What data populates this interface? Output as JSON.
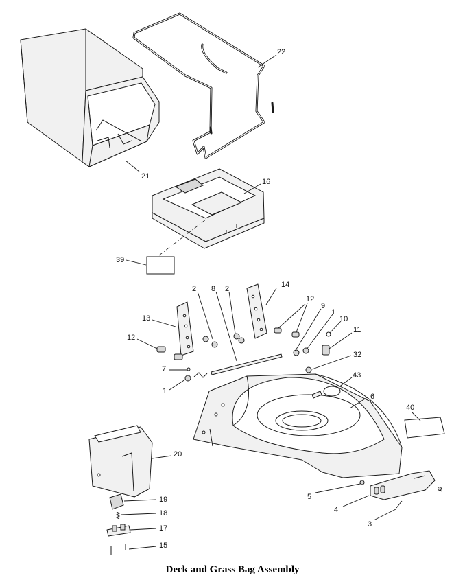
{
  "caption": "Deck and Grass Bag Assembly",
  "callouts": {
    "grass_bag": "21",
    "bag_frame": "22",
    "rear_door": "16",
    "label_39": "39",
    "spacer_left": "2",
    "axle_rod": "8",
    "spacer_right": "2",
    "bracket_right": "14",
    "bracket_left": "13",
    "bolt_right": "12",
    "nut_right_9": "9",
    "nut_right_1": "1",
    "oring_10": "10",
    "fitting_11": "11",
    "bolt_left": "12",
    "washer_32": "32",
    "spring_7": "7",
    "nut_left_1": "1",
    "plug_43": "43",
    "deck_6": "6",
    "label_40": "40",
    "chute_20": "20",
    "latch_19": "19",
    "spring_18": "18",
    "hinge_17": "17",
    "screw_15": "15",
    "nut_5": "5",
    "handle_4": "4",
    "screw_3": "3"
  }
}
